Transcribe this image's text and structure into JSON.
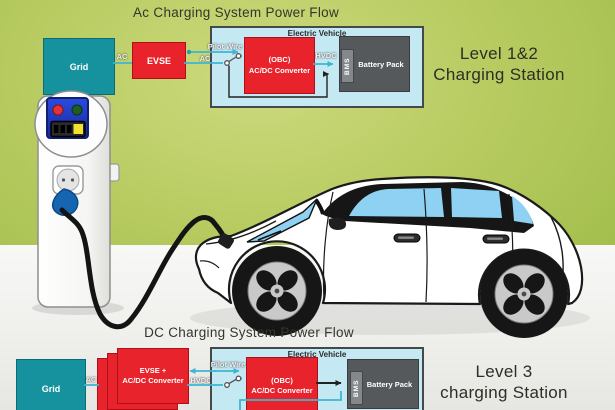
{
  "titles": {
    "ac_flow": "Ac Charging System Power Flow",
    "dc_flow": "DC Charging System Power Flow",
    "level12": {
      "line1": "Level 1&2",
      "line2": "Charging Station"
    },
    "level3": {
      "line1": "Level 3",
      "line2": "charging Station"
    }
  },
  "ac_diagram": {
    "grid_label": "Grid",
    "ac_label_1": "AC",
    "evse_label": "EVSE",
    "ac_label_2": "AC",
    "ev_label": "Electric Vehicle",
    "pilot_wire_label": "Pilot Wire",
    "obc_label_1": "(OBC)",
    "obc_label_2": "AC/DC Converter",
    "hvdc_label": "HVDC",
    "bms_label": "BMS",
    "battery_label": "Battery Pack"
  },
  "dc_diagram": {
    "grid_label": "Grid",
    "ac_label": "AC",
    "evse_label_1": "EVSE +",
    "evse_label_2": "AC/DC Converter",
    "hvdc_label": "HVDC",
    "ev_label": "Electric Vehicle",
    "pilot_wire_label": "Pilot Wire",
    "obc_label_1": "(OBC)",
    "obc_label_2": "AC/DC Converter",
    "bms_label": "BMS",
    "battery_label": "Battery Pack"
  },
  "colors": {
    "wall_green": "#b6ca5f",
    "grid_teal": "#15929d",
    "converter_red": "#e8232b",
    "ev_box_fill": "#c4e9f3",
    "ev_box_border": "#45494b",
    "battery_gray": "#56595c",
    "bms_gray": "#84888c",
    "wire_cyan": "#3cb6d2",
    "wire_black": "#222222",
    "plug_blue": "#1565b0",
    "panel_blue": "#2b4be0",
    "window_blue": "#8ed1f2"
  }
}
